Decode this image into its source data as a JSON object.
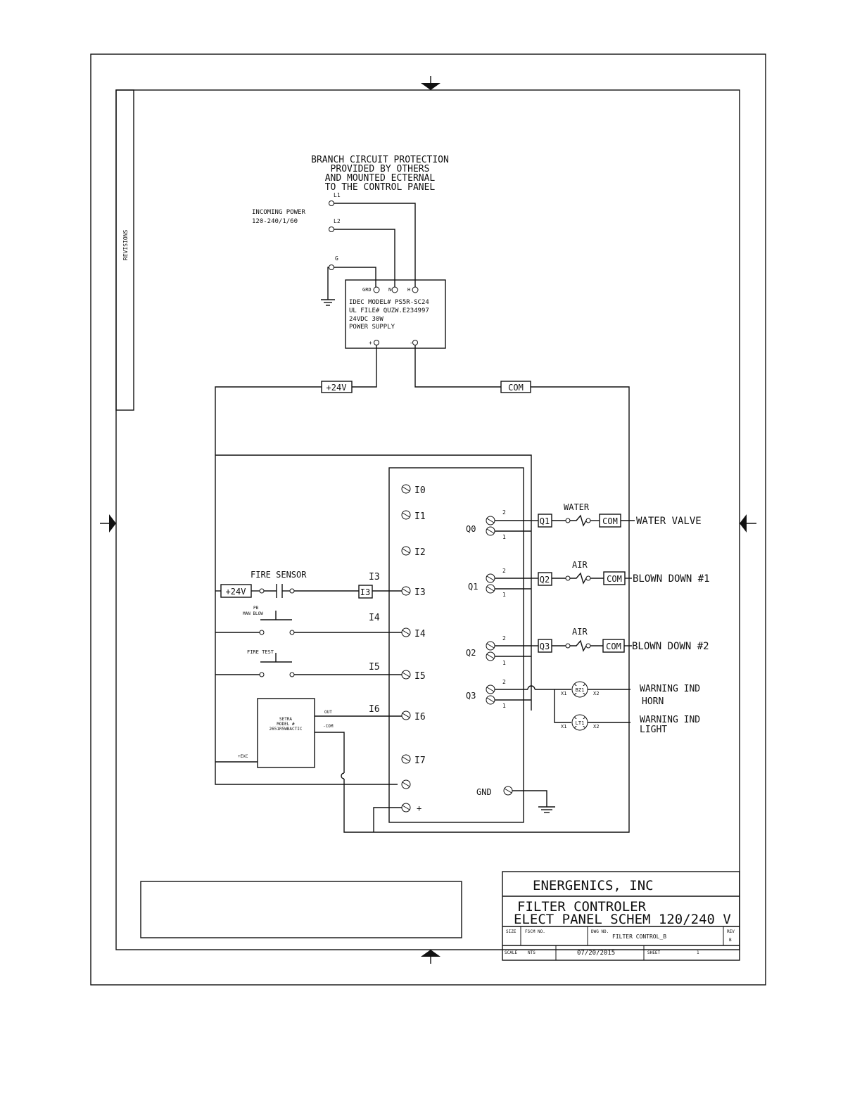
{
  "sheet": {
    "revisions_label": "REVISIONS",
    "branch_note": [
      "BRANCH CIRCUIT PROTECTION",
      "PROVIDED BY OTHERS",
      "AND MOUNTED ECTERNAL",
      "TO THE CONTROL PANEL"
    ],
    "incoming_power": [
      "INCOMING POWER",
      "120-240/1/60"
    ],
    "line_terminals": [
      "L1",
      "L2",
      "G"
    ]
  },
  "power_supply": {
    "terminals": [
      "GRD",
      "N",
      "H"
    ],
    "lines": [
      "IDEC MODEL# PS5R-SC24",
      "UL FILE# QUZW.E234997",
      "24VDC 30W",
      "POWER SUPPLY"
    ],
    "out_plus": "+",
    "out_minus": "-",
    "plus_label": "+24V",
    "com_label": "COM"
  },
  "plc": {
    "inputs": [
      "I0",
      "I1",
      "I2",
      "I3",
      "I4",
      "I5",
      "I6",
      "I7"
    ],
    "plus": "+",
    "outputs": [
      "Q0",
      "Q1",
      "Q2",
      "Q3"
    ],
    "out_pins": [
      "2",
      "1"
    ],
    "gnd": "GND"
  },
  "input_devices": {
    "fire_sensor": "FIRE SENSOR",
    "plus24": "+24V",
    "i3_tag": "I3",
    "i3_label": "I3",
    "pb_label": [
      "PB",
      "MAN BLOW"
    ],
    "i4_label": "I4",
    "fire_test": "FIRE TEST",
    "i5_label": "I5",
    "setra_lines": [
      "SETRA",
      "MODEL #",
      "2651R5WBACTIC"
    ],
    "setra_out": "OUT",
    "setra_com": "-COM",
    "setra_exc": "+EXC",
    "i6_label": "I6"
  },
  "output_devices": {
    "q1_tag": "Q1",
    "q2_tag": "Q2",
    "q3_tag": "Q3",
    "water": "WATER",
    "air1": "AIR",
    "air2": "AIR",
    "com": "COM",
    "water_valve": "WATER VALVE",
    "blown1": "BLOWN DOWN #1",
    "blown2": "BLOWN DOWN #2",
    "bz": "BZ1",
    "lt": "LT1",
    "x1": "X1",
    "x2": "X2",
    "horn": [
      "WARNING IND",
      "HORN"
    ],
    "light": [
      "WARNING IND",
      "LIGHT"
    ]
  },
  "title_block": {
    "company": "ENERGENICS, INC",
    "title1": "FILTER CONTROLER",
    "title2": "ELECT PANEL SCHEM 120/240 V",
    "size_label": "SIZE",
    "fscm_label": "FSCM NO.",
    "dwg_label": "DWG NO.",
    "dwg_no": "FILTER CONTROL_B",
    "rev_label": "REV",
    "rev": "B",
    "scale_label": "SCALE",
    "scale": "NTS",
    "date": "07/20/2015",
    "sheet_label": "SHEET",
    "sheet": "1"
  }
}
